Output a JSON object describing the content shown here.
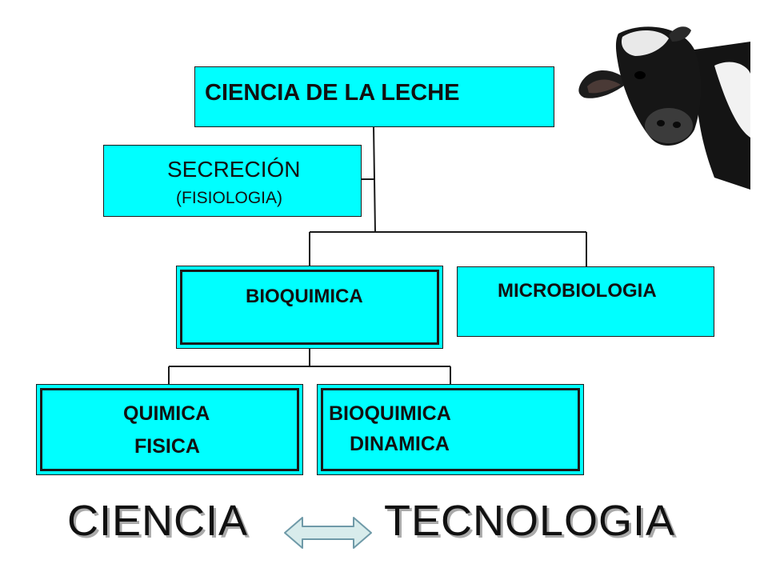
{
  "diagram": {
    "root": {
      "label": "CIENCIA DE LA LECHE"
    },
    "secretion": {
      "line1": "SECRECIÓN",
      "line2": "(FISIOLOGIA)"
    },
    "biochemistry": {
      "label": "BIOQUIMICA"
    },
    "microbiology": {
      "label": "MICROBIOLOGIA"
    },
    "physical_chemistry": {
      "line1": "QUIMICA",
      "line2": "FISICA"
    },
    "dynamic_biochemistry": {
      "line1": "BIOQUIMICA",
      "line2": "DINAMICA"
    }
  },
  "footer": {
    "left": "CIENCIA",
    "right": "TECNOLOGIA"
  },
  "colors": {
    "box_fill": "#00ffff",
    "arrow_fill": "#d8ecec",
    "arrow_stroke": "#6f9aa8"
  },
  "icons": {
    "cow": "cow-head-image",
    "arrow": "double-headed-arrow-icon"
  }
}
